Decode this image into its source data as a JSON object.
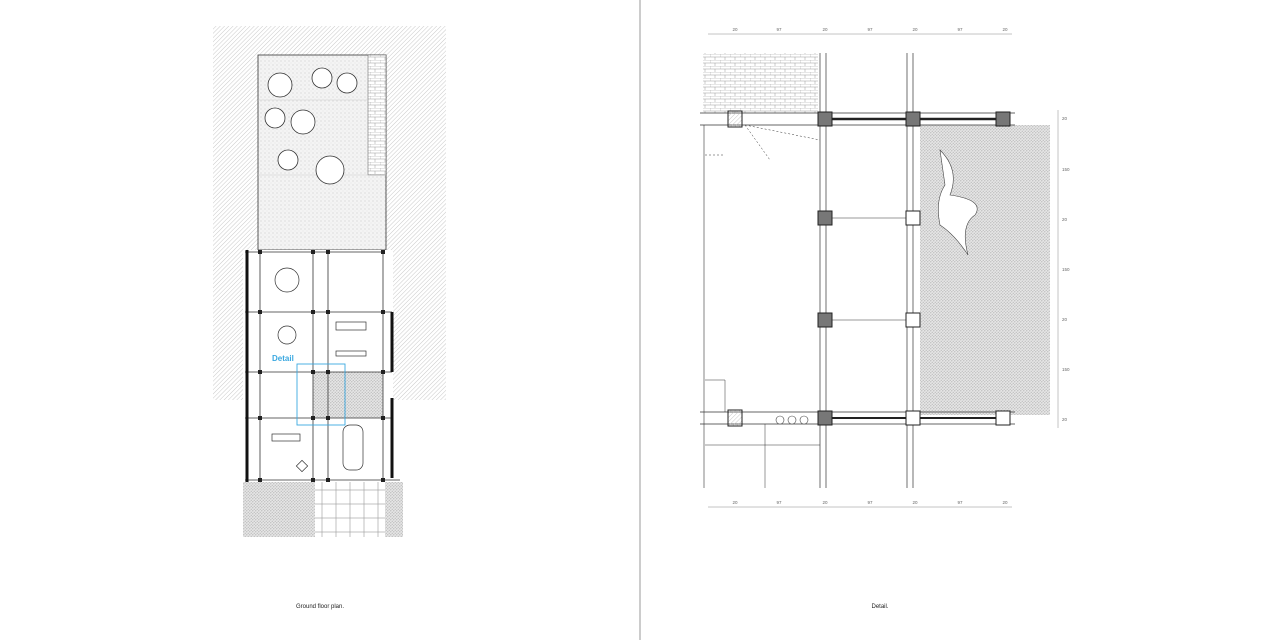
{
  "left_page": {
    "caption": "Ground floor plan.",
    "detail_marker_label": "Detail",
    "detail_marker_color": "#3aa8e0"
  },
  "right_page": {
    "caption": "Detail.",
    "top_dimensions": [
      "20",
      "97",
      "20",
      "97",
      "20",
      "97",
      "20"
    ],
    "bottom_dimensions": [
      "20",
      "97",
      "20",
      "97",
      "20",
      "97",
      "20"
    ],
    "side_dimensions": [
      "20",
      "150",
      "20",
      "150",
      "20",
      "150",
      "20"
    ]
  }
}
